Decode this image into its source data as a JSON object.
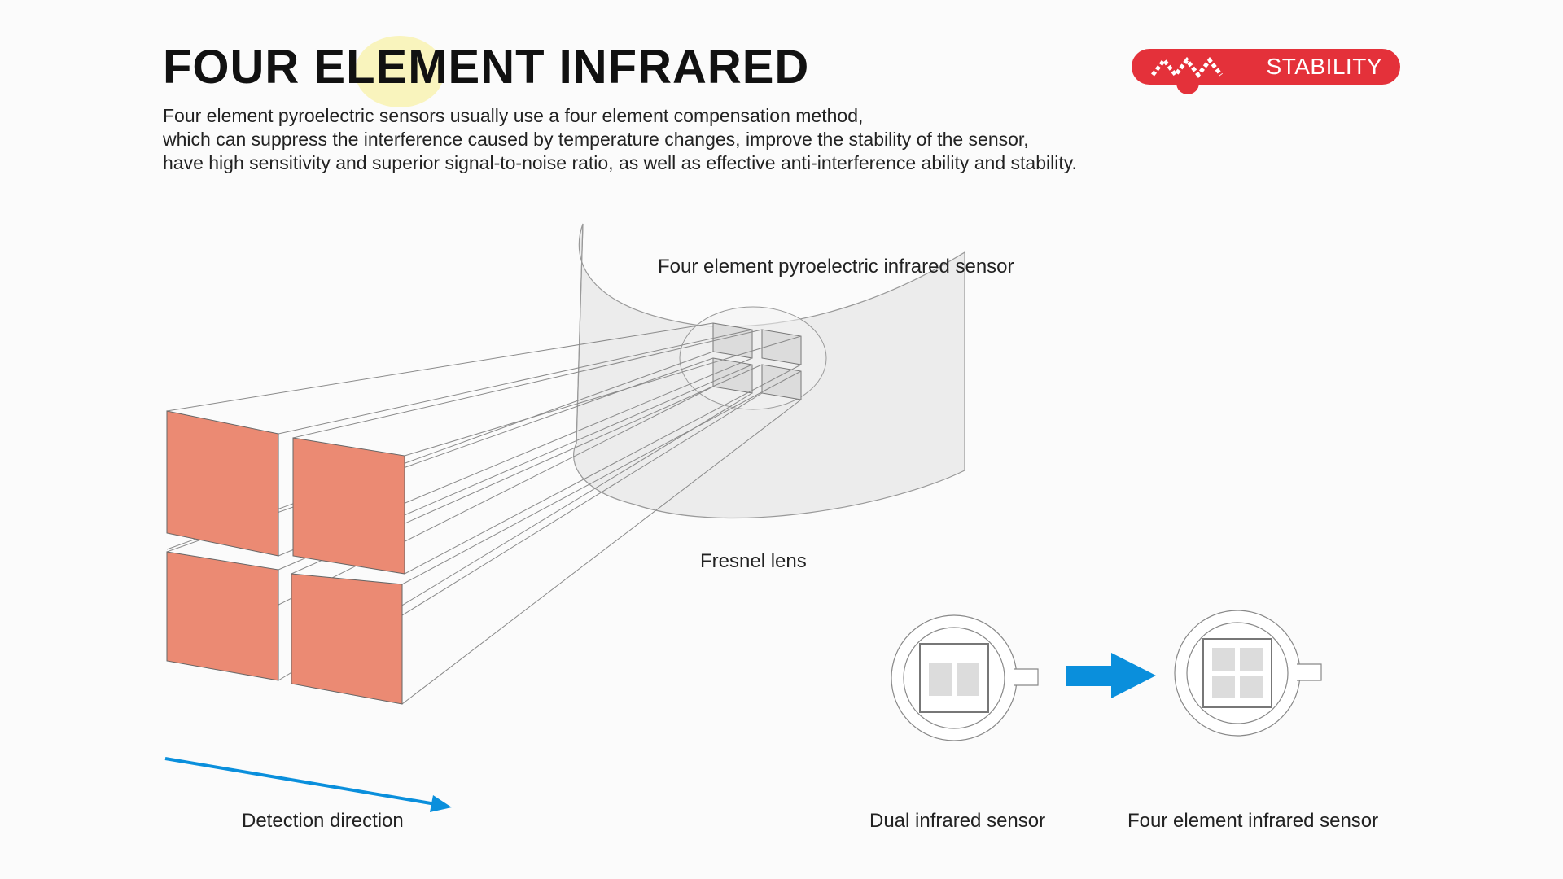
{
  "header": {
    "title": "FOUR ELEMENT INFRARED",
    "description_lines": [
      "Four element pyroelectric sensors usually use a four element compensation method,",
      "which can suppress the interference caused by temperature changes, improve the stability of the sensor,",
      "have high sensitivity and superior signal-to-noise ratio, as well as effective anti-interference ability and stability."
    ]
  },
  "badge": {
    "label": "STABILITY",
    "logo_icon": "brand-logo-icon",
    "color": "#e4313a"
  },
  "diagram": {
    "sensor_label": "Four element pyroelectric infrared sensor",
    "lens_label": "Fresnel lens",
    "direction_label": "Detection direction",
    "dual_sensor_label": "Dual infrared sensor",
    "four_sensor_label": "Four element infrared sensor",
    "block_color": "#eb8a73",
    "arrow_color": "#0a8fdc"
  }
}
